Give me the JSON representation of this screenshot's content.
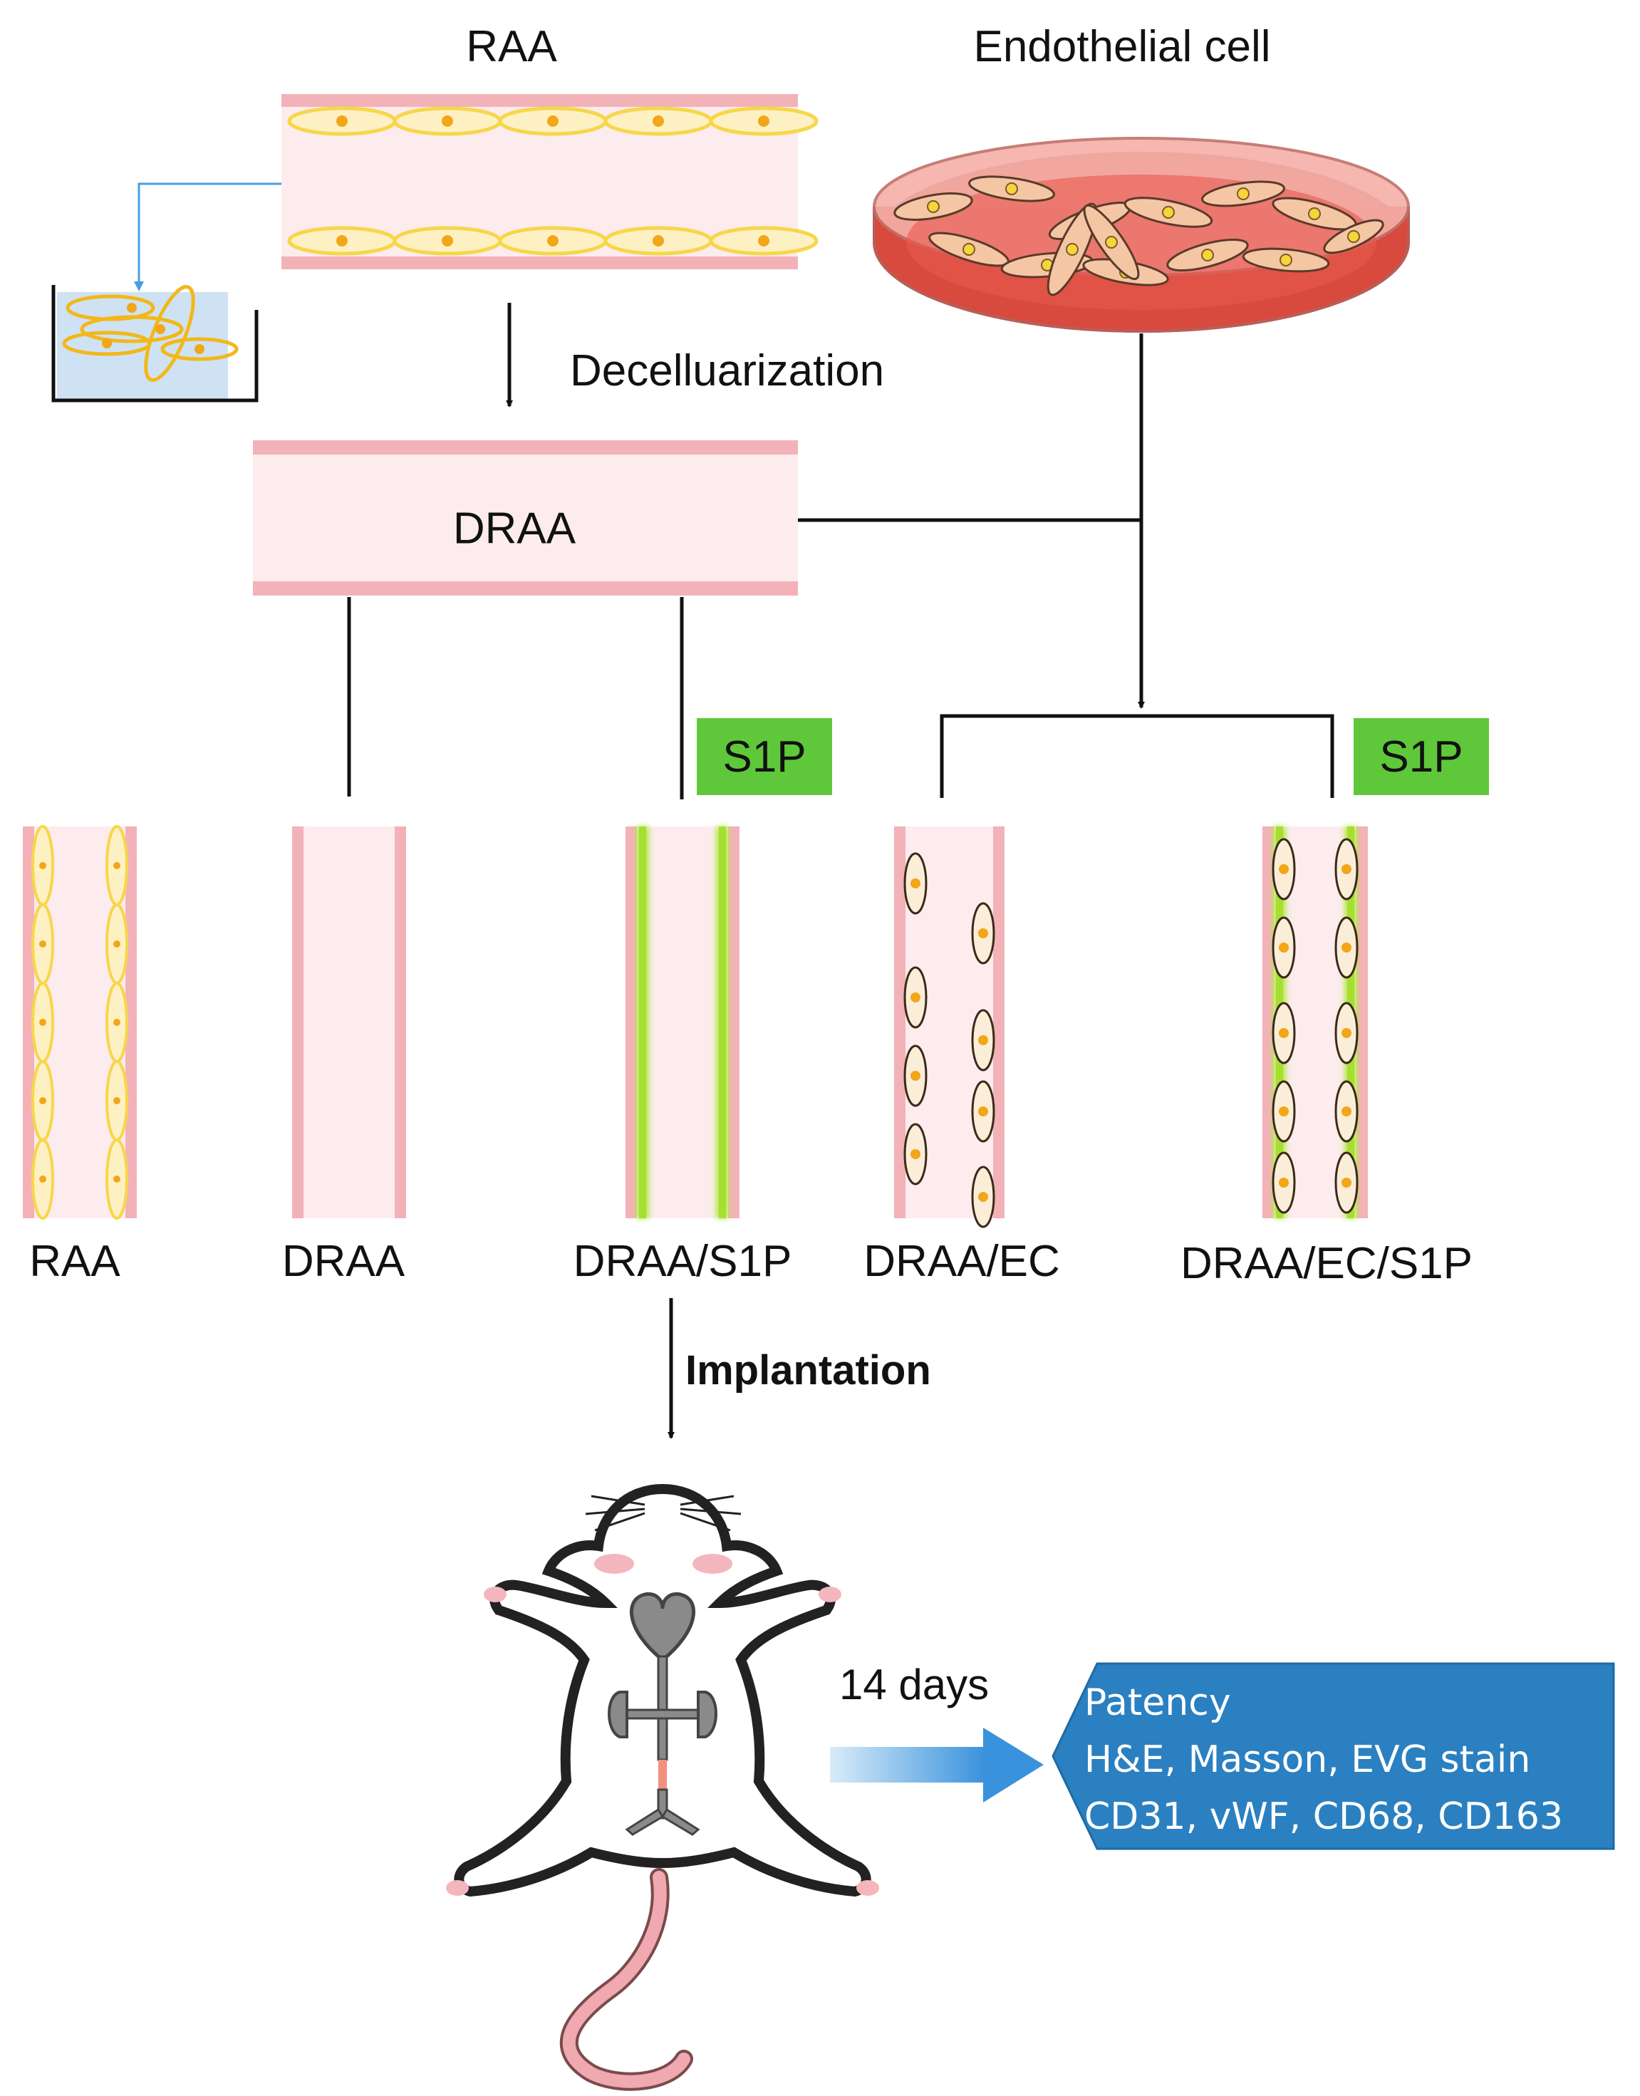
{
  "labels": {
    "raa": "RAA",
    "endothelial": "Endothelial cell",
    "decell": "Decelluarization",
    "draa_center": "DRAA",
    "s1p": "S1P",
    "implantation": "Implantation",
    "days": "14 days"
  },
  "groups": [
    "RAA",
    "DRAA",
    "DRAA/S1P",
    "DRAA/EC",
    "DRAA/EC/S1P"
  ],
  "results": [
    "Patency",
    "H&E, Masson, EVG stain",
    "CD31, vWF, CD68, CD163"
  ],
  "colors": {
    "vessel_wall": "#f2b2b8",
    "vessel_lumen": "#fcecee",
    "smooth_cell": "#f7d64a",
    "nucleus": "#f2a618",
    "s1p_glow": "#b6e84a",
    "badge": "#5fc83a",
    "dish_medium": "#e8584e",
    "result_box": "#2a80c0",
    "arrow_blue": "#4a9ee0"
  }
}
